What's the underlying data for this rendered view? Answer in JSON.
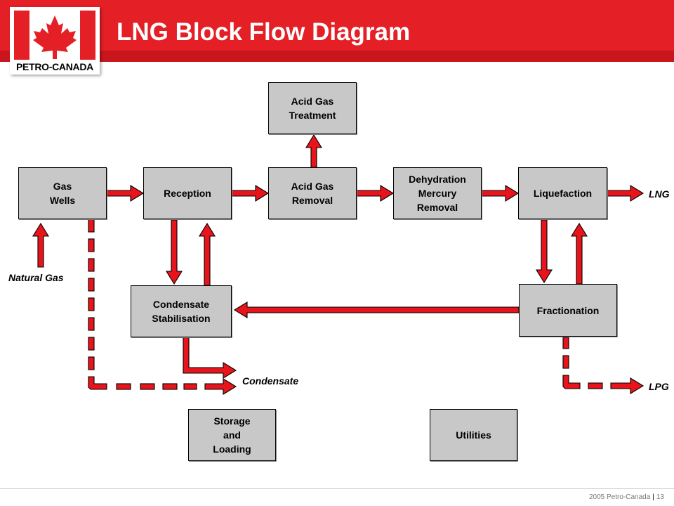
{
  "header": {
    "title": "LNG Block Flow Diagram",
    "logo_text": "PETRO-CANADA",
    "accent_color": "#e41f26",
    "logo_icon": "maple-leaf-icon"
  },
  "blocks": {
    "gas_wells": "Gas\nWells",
    "reception": "Reception",
    "acid_gas_treatment": "Acid Gas\nTreatment",
    "acid_gas_removal": "Acid Gas\nRemoval",
    "dehydration": "Dehydration\nMercury\nRemoval",
    "liquefaction": "Liquefaction",
    "condensate_stabilisation": "Condensate\nStabilisation",
    "fractionation": "Fractionation",
    "storage_loading": "Storage\nand\nLoading",
    "utilities": "Utilities"
  },
  "flows": {
    "natural_gas": "Natural Gas",
    "lng": "LNG",
    "condensate": "Condensate",
    "lpg": "LPG",
    "arrow_color": "#e8141c"
  },
  "footer": {
    "copyright": "2005 Petro-Canada",
    "page_number": "13"
  }
}
